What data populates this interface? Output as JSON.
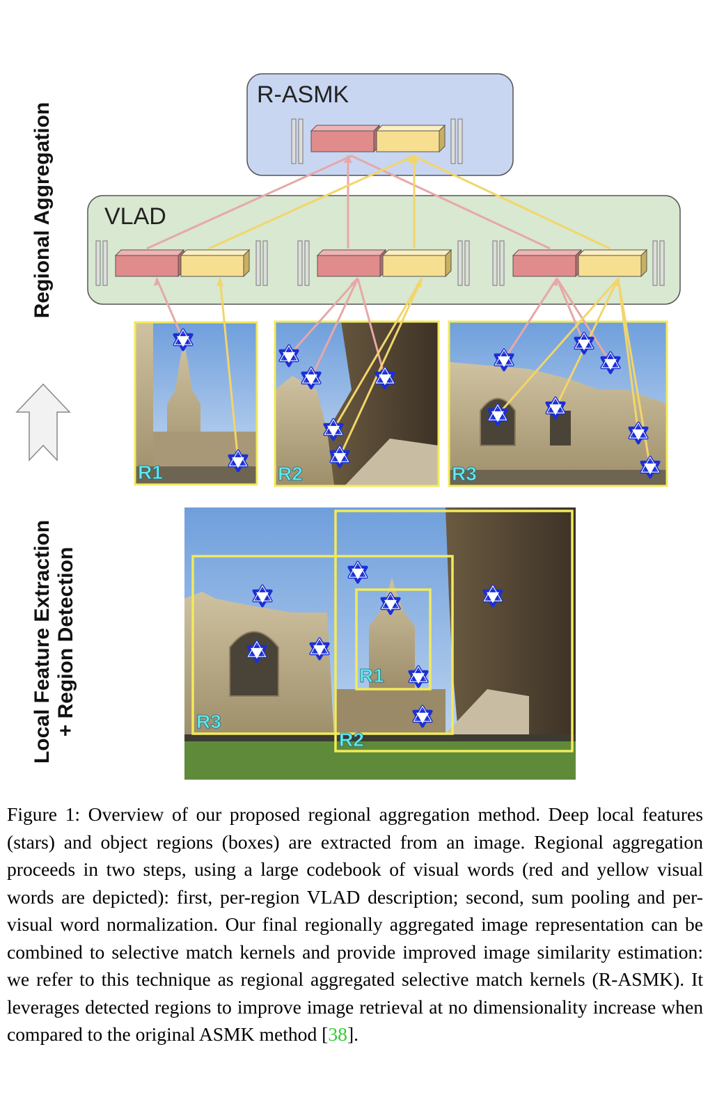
{
  "figure": {
    "side_labels": {
      "regional_aggregation": "Regional Aggregation",
      "local_feature_line1": "Local Feature Extraction",
      "local_feature_line2": "+ Region Detection"
    },
    "rasmk_box": {
      "label": "R-ASMK"
    },
    "vlad_box": {
      "label": "VLAD"
    },
    "region_labels": {
      "r1": "R1",
      "r2": "R2",
      "r3": "R3"
    },
    "colors": {
      "red_word": "#e08c8c",
      "yellow_word": "#f7df91",
      "rasmk_bg": "#c9d6f2",
      "vlad_bg": "#d9e8d0",
      "region_box": "#f2ea5c",
      "star": "#1a2fd6",
      "region_label": "#66e8f0"
    },
    "icons": [
      "up-arrow-icon",
      "star-icon"
    ]
  },
  "caption": {
    "prefix": "Figure 1: Overview of our proposed regional aggregation method. Deep local features (stars) and object regions (boxes) are extracted from an image. Regional aggregation proceeds in two steps, using a large codebook of visual words (red and yellow visual words are depicted): first, per-region VLAD description; second, sum pooling and per-visual word normalization. Our final regionally aggregated image representation can be combined to selective match kernels and provide improved image similarity estimation: we refer to this technique as regional aggregated selective match kernels (R-ASMK). It leverages detected regions to improve image retrieval at no dimensionality increase when compared to the original ASMK method [",
    "citation": "38",
    "suffix": "]."
  }
}
